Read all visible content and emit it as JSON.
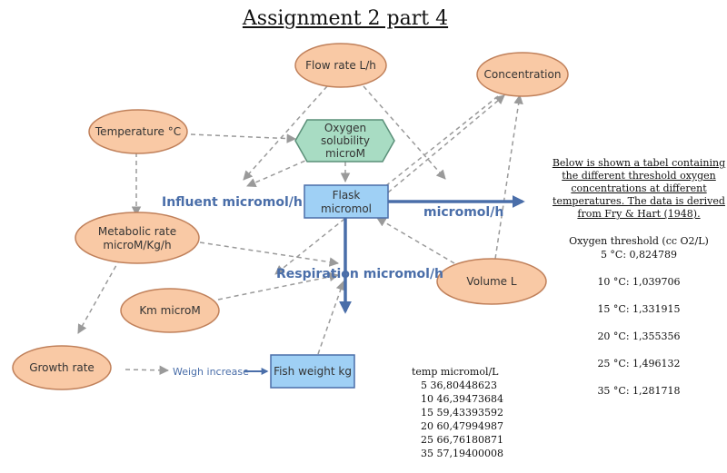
{
  "title": "Assignment 2 part 4",
  "nodes": {
    "flow_rate": "Flow rate L/h",
    "concentration": "Concentration",
    "temperature": "Temperature °C",
    "oxygen_solubility": [
      "Oxygen",
      "solubility",
      "microM"
    ],
    "flask": [
      "Flask",
      "micromol"
    ],
    "metabolic_rate": [
      "Metabolic rate",
      "microM/Kg/h"
    ],
    "volume": "Volume L",
    "km": "Km microM",
    "growth_rate": "Growth rate",
    "fish_weight": "Fish weight kg"
  },
  "flows": {
    "influent": "Influent micromol/h",
    "effluent": "micromol/h",
    "respiration": "Respiration micromol/h",
    "weight_increase": "Weigh  increase"
  },
  "colors": {
    "oval_fill": "#f9c9a5",
    "oval_stroke": "#c0805a",
    "box_fill": "#9fd0f5",
    "hex_fill": "#a8dcc3",
    "flow_blue": "#4a6ea9",
    "dashed_gray": "#9a9a9a"
  },
  "threshold_notes": {
    "intro": [
      "Below is shown a tabel containing",
      "the different threshold oxygen",
      "concentrations at different",
      "temperatures.  The data is derived",
      "from Fry & Hart (1948)."
    ],
    "heading": "Oxygen threshold (cc O2/L)",
    "rows": [
      "5 °C: 0,824789",
      "10 °C: 1,039706",
      "15 °C: 1,331915",
      "20 °C: 1,355356",
      "25 °C: 1,496132",
      "35 °C: 1,281718"
    ]
  },
  "temp_table": {
    "header": "temp micromol/L",
    "rows": [
      "5 36,80448623",
      "10 46,39473684",
      "15 59,43393592",
      "20 60,47994987",
      "25 66,76180871",
      "35 57,19400008"
    ]
  }
}
